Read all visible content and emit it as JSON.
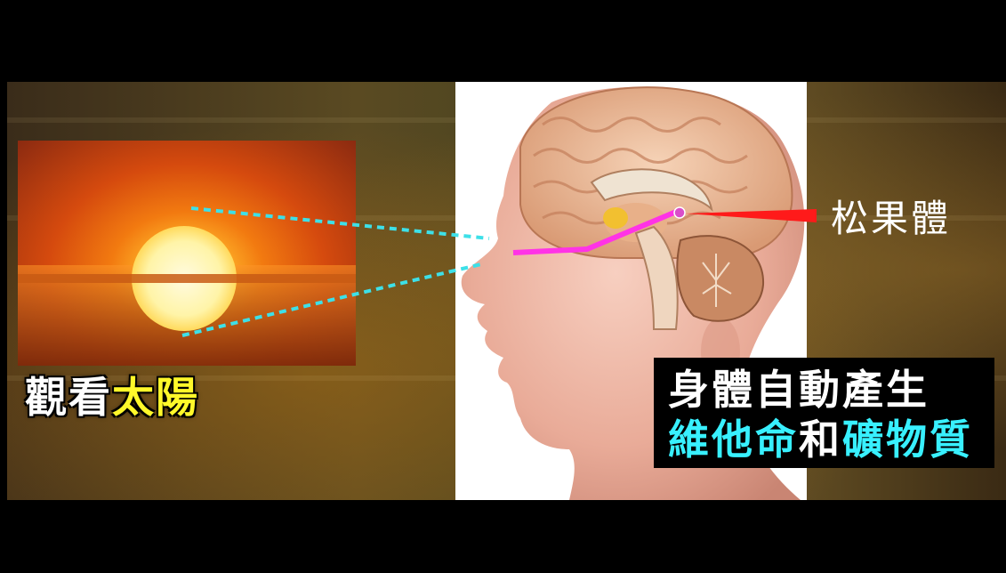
{
  "left_caption": {
    "part1": "觀看",
    "part2": "太陽"
  },
  "pineal_label": "松果體",
  "info_box": {
    "line1": "身體自動產生",
    "line2": {
      "seg1": "維他命",
      "seg2": "和",
      "seg3": "礦物質"
    }
  },
  "colors": {
    "highlight_yellow": "#fff82a",
    "highlight_cyan": "#38f0ff",
    "pointer_red": "#ff1a1a",
    "eye_path_magenta": "#ff33e6",
    "sight_line_cyan": "#3de0e8"
  }
}
